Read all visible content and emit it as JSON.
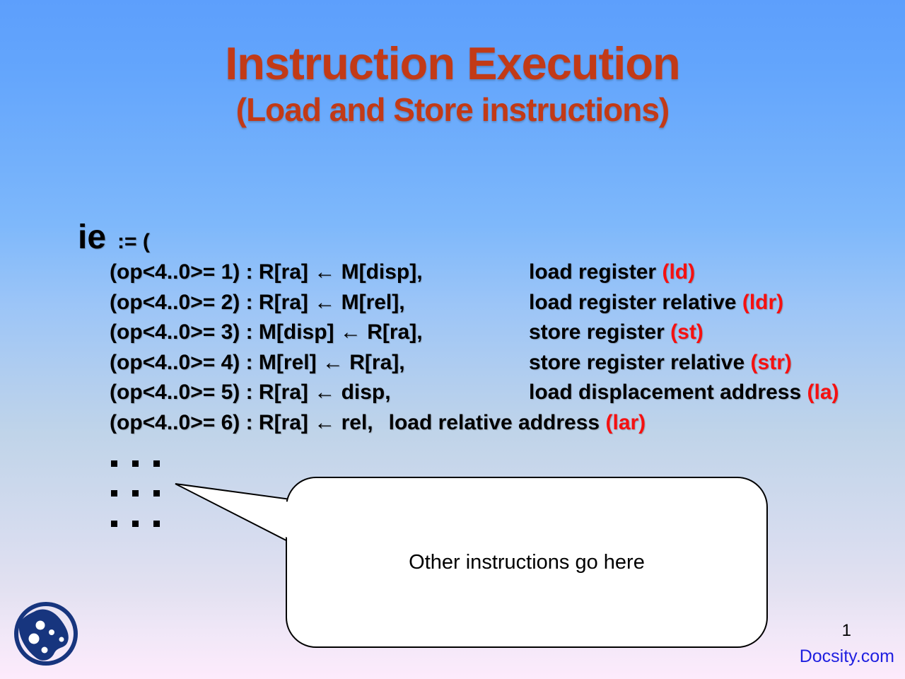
{
  "slide": {
    "title": "Instruction Execution",
    "subtitle": "(Load and Store instructions)",
    "page_number": "1",
    "watermark": "Docsity.com"
  },
  "code": {
    "header_name": "ie",
    "header_assign": ":= (",
    "lines": [
      {
        "code": "(op<4..0>= 1) : R[ra] ← M[disp],",
        "desc": "load register",
        "abbr": "(ld)"
      },
      {
        "code": "(op<4..0>= 2) : R[ra] ← M[rel],",
        "desc": "load register relative",
        "abbr": "(ldr)"
      },
      {
        "code": "(op<4..0>= 3) : M[disp] ← R[ra],",
        "desc": "store register",
        "abbr": "(st)"
      },
      {
        "code": "(op<4..0>= 4) : M[rel] ← R[ra],",
        "desc": "store register relative",
        "abbr": "(str)"
      },
      {
        "code": "(op<4..0>= 5) : R[ra] ← disp,",
        "desc": "load displacement address",
        "abbr": "(la)"
      },
      {
        "code": "(op<4..0>= 6) : R[ra] ← rel,",
        "desc": "load relative address",
        "abbr": "(lar)"
      }
    ],
    "ellipsis_rows": 3,
    "ellipsis_dots_per_row": 3
  },
  "callout": {
    "text": "Other instructions go here"
  },
  "icons": {
    "logo": "docsity-logo"
  },
  "colors": {
    "title": "#C23A17",
    "body_text": "#000000",
    "abbr_red": "#F61010",
    "watermark_blue": "#1F1FE0",
    "logo_navy": "#17357E",
    "background_top": "#5D9FFC",
    "background_bottom": "#FDEBFC",
    "callout_fill": "#FFFFFF",
    "callout_stroke": "#000000"
  }
}
